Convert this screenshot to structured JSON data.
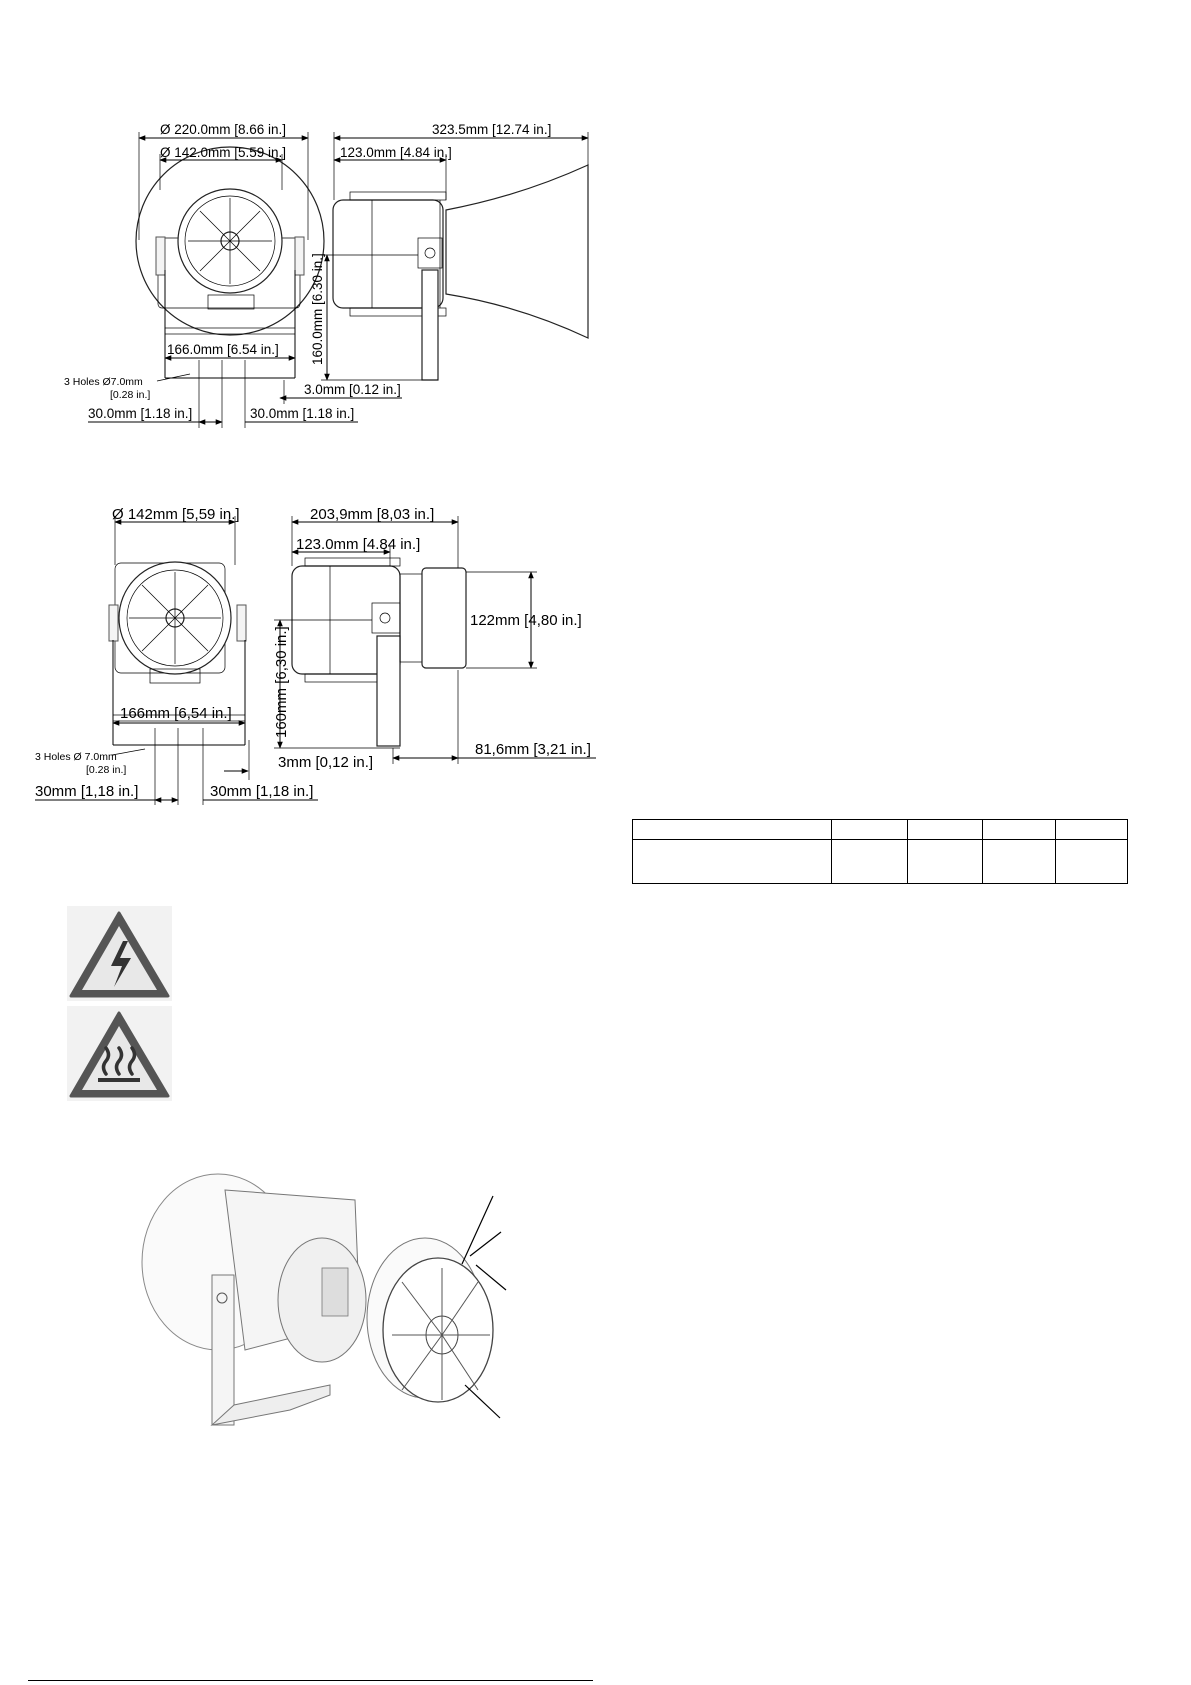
{
  "drawing_1": {
    "dia_outer": "Ø 220.0mm [8.66 in.]",
    "dia_inner": "Ø 142.0mm [5.59 in.]",
    "length_total": "323.5mm [12.74 in.]",
    "depth_body": "123.0mm [4.84 in.]",
    "height": "160.0mm [6.30 in.]",
    "bracket_width": "166.0mm [6.54 in.]",
    "holes_line1": "3 Holes  Ø7.0mm",
    "holes_line2": "[0.28 in.]",
    "offset": "3.0mm [0.12 in.]",
    "spacing_left": "30.0mm [1.18 in.]",
    "spacing_right": "30.0mm [1.18 in.]"
  },
  "drawing_2": {
    "dia": "Ø 142mm [5,59 in.]",
    "length_total": "203,9mm [8,03 in.]",
    "depth_body": "123.0mm [4.84 in.]",
    "front_height": "122mm [4,80 in.]",
    "height": "160mm [6,30 in.]",
    "bracket_width": "166mm [6,54 in.]",
    "holes_line1": "3 Holes Ø 7.0mm",
    "holes_line2": "[0.28 in.]",
    "offset": "3mm [0,12 in.]",
    "front_depth": "81,6mm [3,21 in.]",
    "spacing_left": "30mm [1,18 in.]",
    "spacing_right": "30mm [1,18 in.]"
  },
  "warning_icons": [
    "electric-shock-warning-icon",
    "hot-surface-warning-icon"
  ]
}
